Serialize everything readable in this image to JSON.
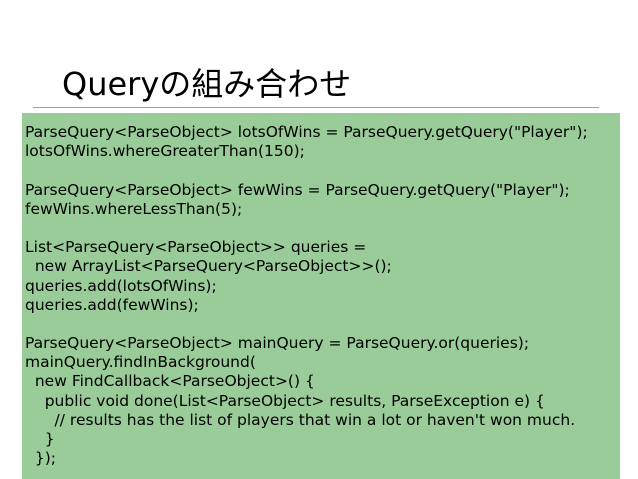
{
  "slide": {
    "title": "Queryの組み合わせ"
  },
  "code": {
    "lines": [
      "ParseQuery<ParseObject> lotsOfWins = ParseQuery.getQuery(\"Player\");",
      "lotsOfWins.whereGreaterThan(150);",
      "",
      "ParseQuery<ParseObject> fewWins = ParseQuery.getQuery(\"Player\");",
      "fewWins.whereLessThan(5);",
      "",
      "List<ParseQuery<ParseObject>> queries =",
      "  new ArrayList<ParseQuery<ParseObject>>();",
      "queries.add(lotsOfWins);",
      "queries.add(fewWins);",
      "",
      "ParseQuery<ParseObject> mainQuery = ParseQuery.or(queries);",
      "mainQuery.findInBackground(",
      "  new FindCallback<ParseObject>() {",
      "    public void done(List<ParseObject> results, ParseException e) {",
      "      // results has the list of players that win a lot or haven't won much.",
      "    }",
      "  });"
    ]
  },
  "colors": {
    "code_background": "#99cc99",
    "title_rule": "#c98a8a"
  }
}
